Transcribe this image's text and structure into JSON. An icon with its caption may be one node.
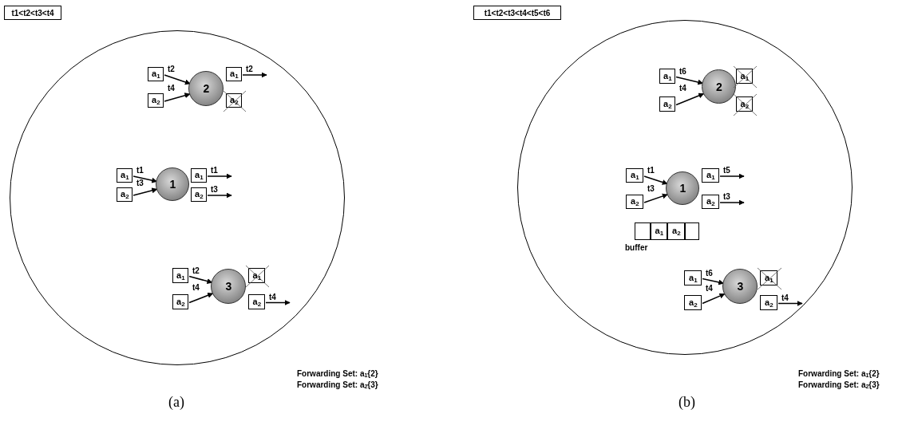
{
  "diagram": {
    "nodes": [
      {
        "text": [
          "t1<t2<t3<t4"
        ]
      },
      {
        "text": [],
        "shape": "circle"
      },
      {
        "text": [
          "a$_{1}$"
        ],
        "in": 1
      },
      {
        "text": [
          "a$_{2}$"
        ],
        "in": 1
      },
      {
        "text": [
          "2"
        ],
        "in": 1
      },
      {
        "text": [
          "a$_{1}$"
        ],
        "in": 1
      },
      {
        "text": [
          "a$_{2}$"
        ],
        "in": 1
      },
      {
        "text": [
          "a$_{1}$"
        ],
        "in": 1
      },
      {
        "text": [
          "a$_{2}$"
        ],
        "in": 1
      },
      {
        "text": [
          "1"
        ],
        "in": 1
      },
      {
        "text": [
          "a$_{1}$"
        ],
        "in": 1
      },
      {
        "text": [
          "a$_{2}$"
        ],
        "in": 1
      },
      {
        "text": [
          "a$_{1}$"
        ],
        "in": 1
      },
      {
        "text": [
          "a$_{2}$"
        ],
        "in": 1
      },
      {
        "text": [
          "3"
        ],
        "in": 1
      },
      {
        "text": [
          "a$_{1}$"
        ],
        "in": 1
      },
      {
        "text": [
          "a$_{2}$"
        ],
        "in": 1
      },
      {
        "text": [
          "t1<t2<t3<t4<t5<t6"
        ]
      },
      {
        "text": [],
        "shape": "circle"
      },
      {
        "text": [
          "a$_{1}$"
        ],
        "in": 18
      },
      {
        "text": [
          "a$_{2}$"
        ],
        "in": 18
      },
      {
        "text": [
          "2"
        ],
        "in": 18
      },
      {
        "text": [
          "a$_{1}$"
        ],
        "in": 18
      },
      {
        "text": [
          "a$_{2}$"
        ],
        "in": 18
      },
      {
        "text": [
          "a$_{1}$"
        ],
        "in": 18
      },
      {
        "text": [
          "a$_{2}$"
        ],
        "in": 18
      },
      {
        "text": [
          "1"
        ],
        "in": 18
      },
      {
        "text": [
          "a$_{1}$"
        ],
        "in": 18
      },
      {
        "text": [
          "a$_{2}$"
        ],
        "in": 18
      },
      {
        "text": [],
        "shape": "box",
        "in": 18
      },
      {
        "text": [
          "a$_{1}$"
        ],
        "in": 18
      },
      {
        "text": [
          "a$_{2}$"
        ],
        "in": 18
      },
      {
        "text": [],
        "shape": "box",
        "in": 18
      },
      {
        "text": [
          "a$_{1}$"
        ],
        "in": 18
      },
      {
        "text": [
          "a$_{2}$"
        ],
        "in": 18
      },
      {
        "text": [
          "3"
        ],
        "in": 18
      },
      {
        "text": [
          "a$_{1}$"
        ],
        "in": 18
      },
      {
        "text": [
          "a$_{2}$"
        ],
        "in": 18
      }
    ],
    "edges": [
      {
        "from": 2,
        "to": 4,
        "arrow": "to",
        "label": "t2"
      },
      {
        "from": 3,
        "to": 4,
        "arrow": "to",
        "label": "t4"
      },
      {
        "from": 5,
        "to": null,
        "arrow": "to",
        "label": "t2"
      },
      {
        "from": 7,
        "to": 9,
        "arrow": "to",
        "label": "t1"
      },
      {
        "from": 8,
        "to": 9,
        "arrow": "to",
        "label": "t3"
      },
      {
        "from": 10,
        "to": null,
        "arrow": "to",
        "label": "t1"
      },
      {
        "from": 11,
        "to": null,
        "arrow": "to",
        "label": "t3"
      },
      {
        "from": 12,
        "to": 14,
        "arrow": "to",
        "label": "t2"
      },
      {
        "from": 13,
        "to": 14,
        "arrow": "to",
        "label": "t4"
      },
      {
        "from": 16,
        "to": null,
        "arrow": "to",
        "label": "t4"
      },
      {
        "from": 19,
        "to": 21,
        "arrow": "to",
        "label": "t6"
      },
      {
        "from": 20,
        "to": 21,
        "arrow": "to",
        "label": "t4"
      },
      {
        "from": 24,
        "to": 26,
        "arrow": "to",
        "label": "t1"
      },
      {
        "from": 25,
        "to": 26,
        "arrow": "to",
        "label": "t3"
      },
      {
        "from": 27,
        "to": null,
        "arrow": "to",
        "label": "t5"
      },
      {
        "from": 28,
        "to": null,
        "arrow": "to",
        "label": "t3"
      },
      {
        "from": 33,
        "to": 35,
        "arrow": "to",
        "label": "t6"
      },
      {
        "from": 34,
        "to": 35,
        "arrow": "to",
        "label": "t4"
      },
      {
        "from": 37,
        "to": null,
        "arrow": "to",
        "label": "t4"
      }
    ],
    "labels": [
      "buffer",
      "Forwarding Set: a$_{1}${2}",
      "Forwarding Set: a$_{2}${3}",
      "Forwarding Set: a$_{1}${2}",
      "Forwarding Set: a$_{2}${3}",
      "(a)",
      "(b)"
    ]
  }
}
